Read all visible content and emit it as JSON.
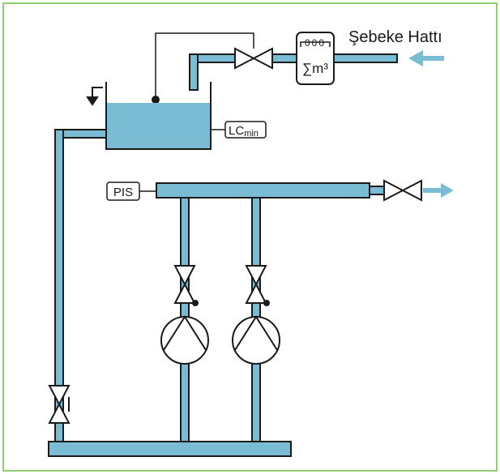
{
  "diagram": {
    "supply_line_label": "Şebeke Hattı",
    "meter_digits": "000",
    "meter_unit": "∑m³",
    "level_switch_label": "LC",
    "level_switch_sub": "min",
    "pressure_switch_label": "PIS"
  },
  "colors": {
    "border": "#8fcf6f",
    "pipe_fill": "#7bbcd5",
    "water": "#7bbcd5",
    "arrow": "#7bbcd5",
    "stroke": "#1a1a1a"
  },
  "icons": [
    "arrow-left-icon",
    "arrow-right-icon",
    "gate-valve-icon",
    "check-valve-icon",
    "pump-icon",
    "water-meter-icon",
    "vent-icon"
  ]
}
